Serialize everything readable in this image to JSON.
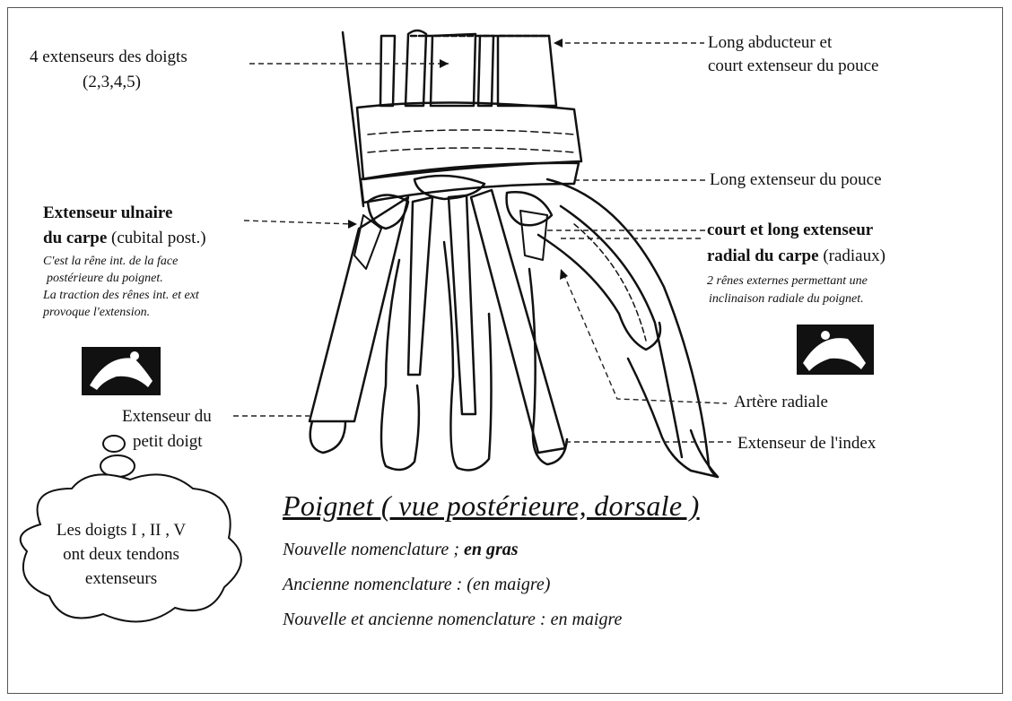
{
  "labels": {
    "four_extensors": "4 extenseurs des doigts",
    "four_extensors_numbers": "(2,3,4,5)",
    "long_abductor_1": "Long abducteur et",
    "long_abductor_2": "court extenseur du pouce",
    "long_extensor_thumb": "Long extenseur du pouce",
    "ulnar_title_1": "Extenseur ulnaire",
    "ulnar_title_2_bold": "du carpe",
    "ulnar_title_2_plain": " (cubital post.)",
    "ulnar_note_1": "C'est la rêne int. de la face",
    "ulnar_note_2": "postérieure du poignet.",
    "ulnar_note_3": "La traction des rênes int. et ext",
    "ulnar_note_4": "provoque l'extension.",
    "radial_title_1": "court et long extenseur",
    "radial_title_2_bold": "radial du carpe",
    "radial_title_2_plain": " (radiaux)",
    "radial_note_1": "2 rênes externes permettant une",
    "radial_note_2": "inclinaison radiale du poignet.",
    "radial_artery": "Artère radiale",
    "little_finger_1": "Extenseur du",
    "little_finger_2": "petit doigt",
    "index_extensor": "Extenseur de l'index"
  },
  "cloud": {
    "line1": "Les doigts I , II , V",
    "line2": "ont deux tendons",
    "line3": "extenseurs"
  },
  "title": "Poignet ( vue postérieure, dorsale )",
  "legend": {
    "line1_plain": "Nouvelle nomenclature ; ",
    "line1_bold": "en gras",
    "line2": "Ancienne nomenclature : (en maigre)",
    "line3": "Nouvelle et ancienne nomenclature : en maigre"
  }
}
